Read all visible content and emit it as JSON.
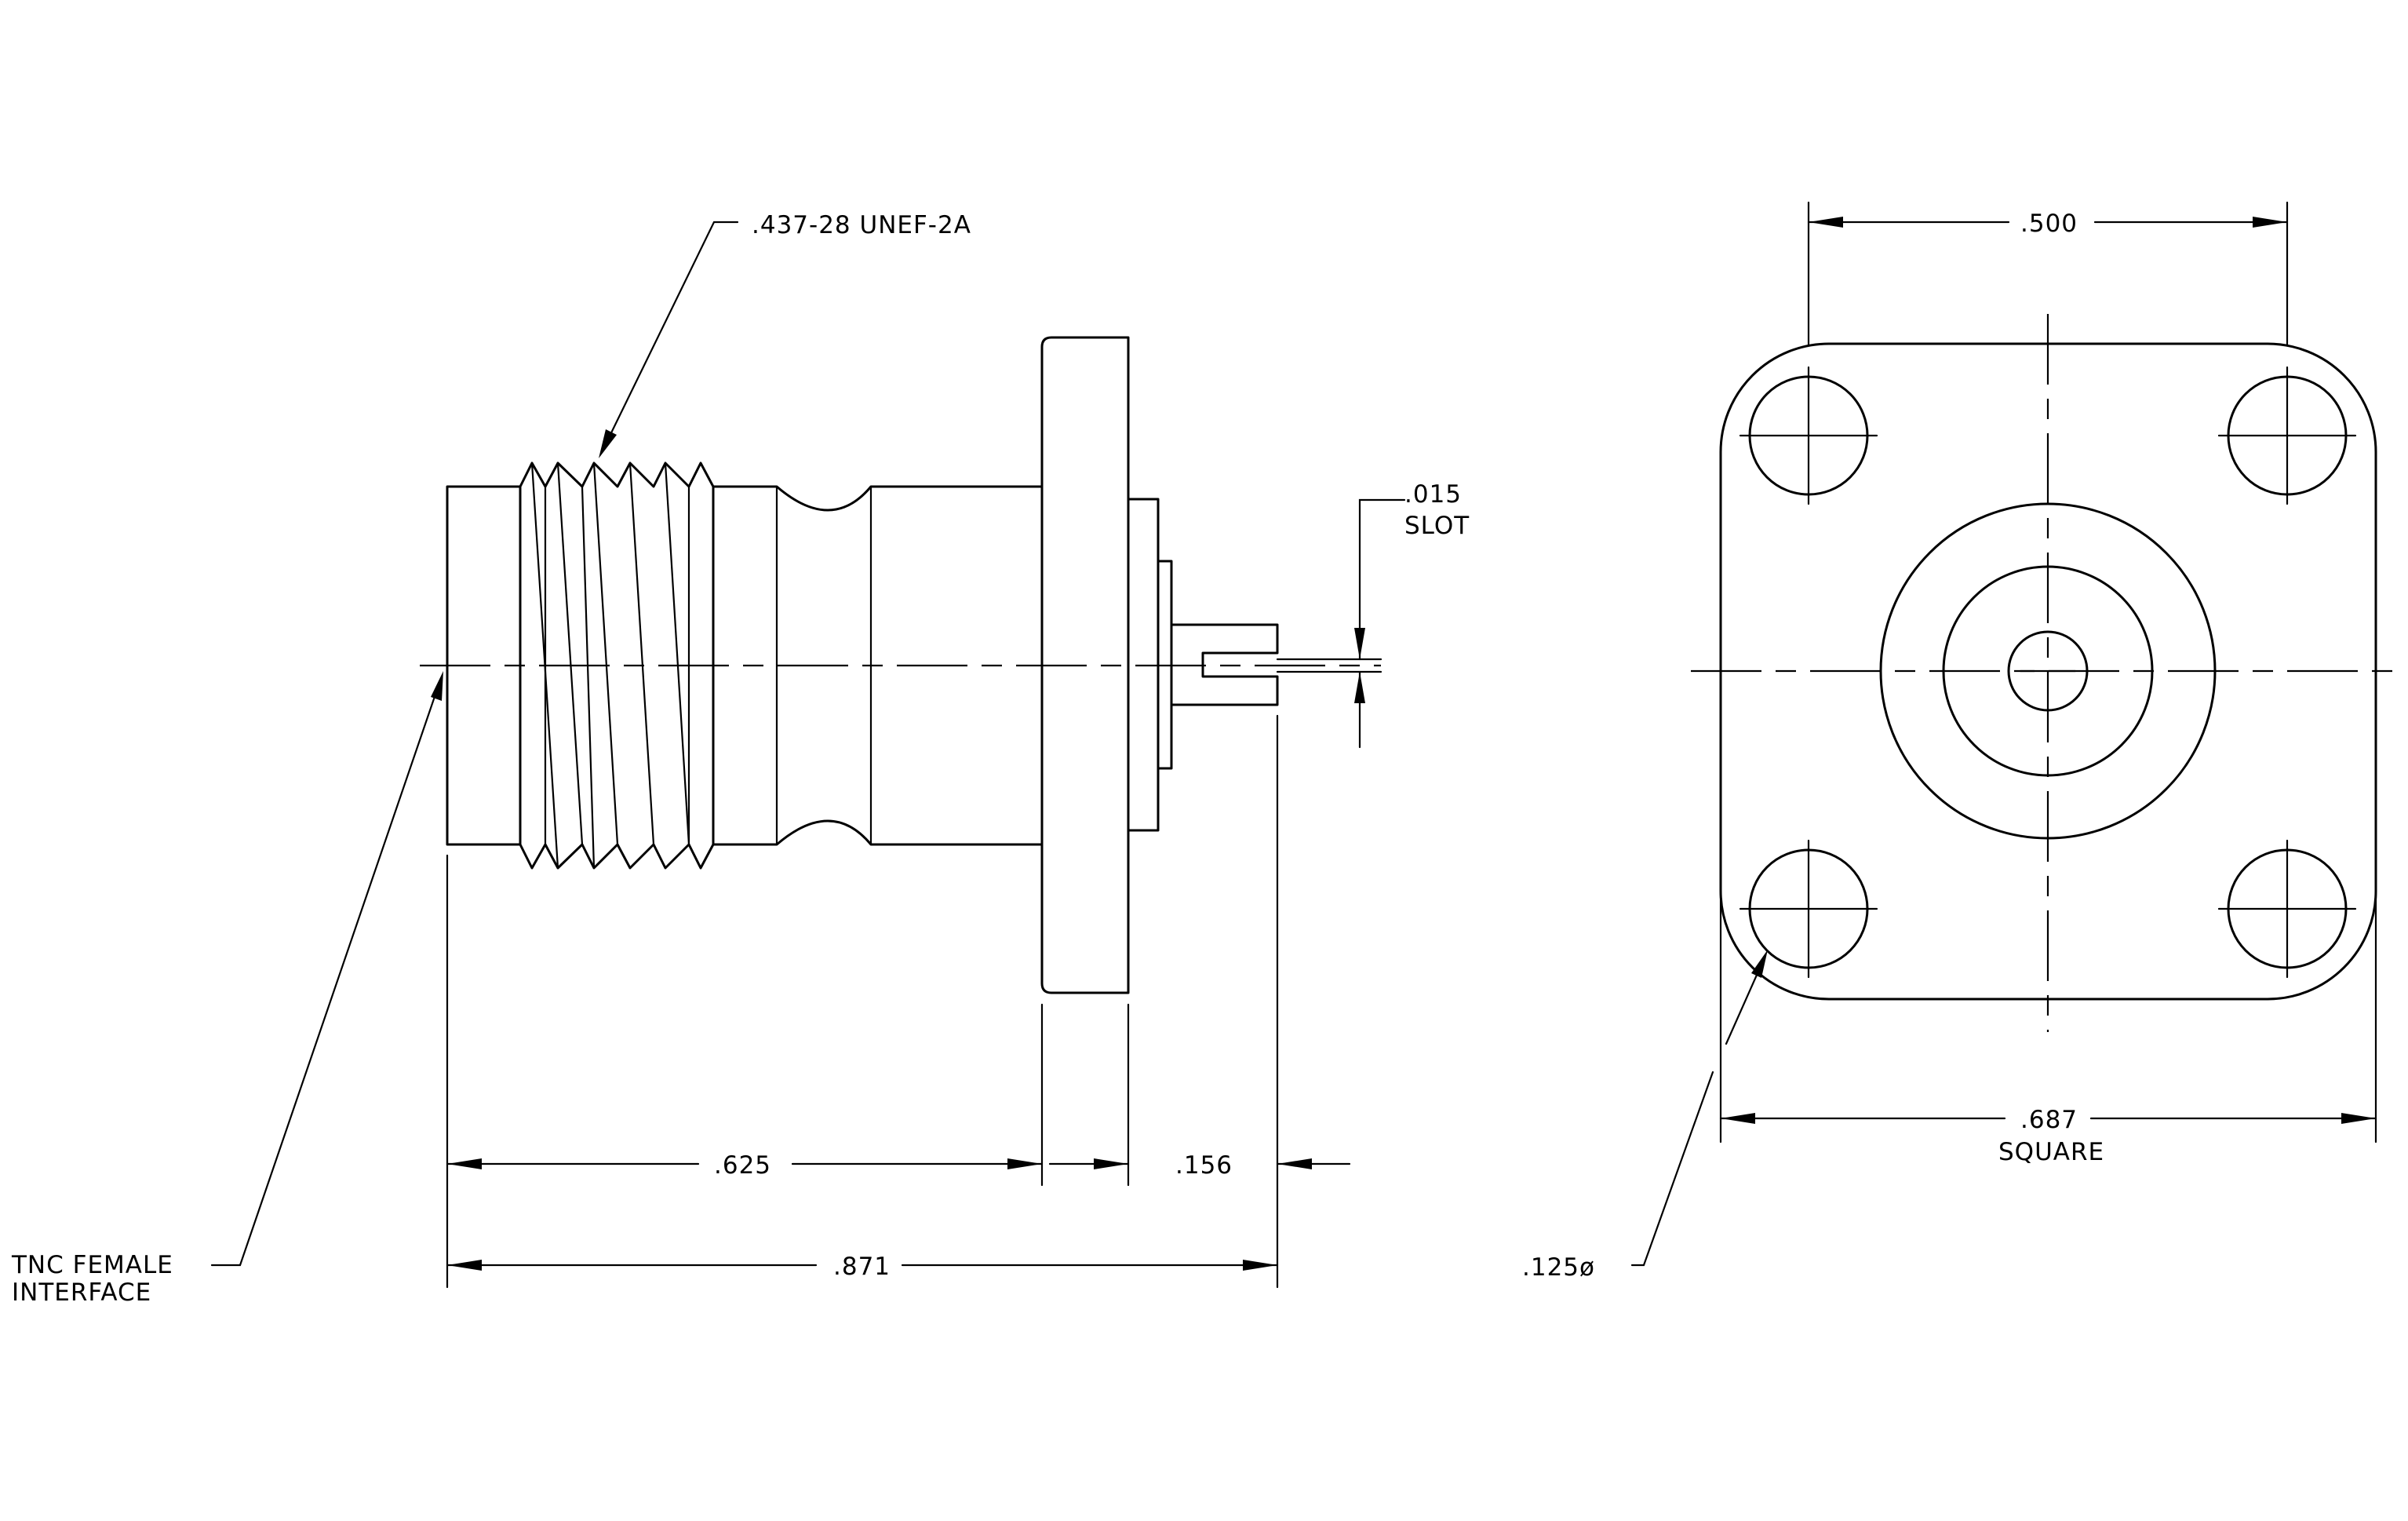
{
  "side_view": {
    "thread_callout": ".437-28 UNEF-2A",
    "slot_dim_value": ".015",
    "slot_dim_label": "SLOT",
    "interface_label_line1": "TNC FEMALE",
    "interface_label_line2": "INTERFACE",
    "dim_flange_to_front": ".625",
    "dim_pin_length": ".156",
    "dim_overall_length": ".871"
  },
  "front_view": {
    "dim_hole_spacing": ".500",
    "dim_flange_size": ".687",
    "dim_flange_size_note": "SQUARE",
    "dim_hole_diameter": ".125ø"
  }
}
